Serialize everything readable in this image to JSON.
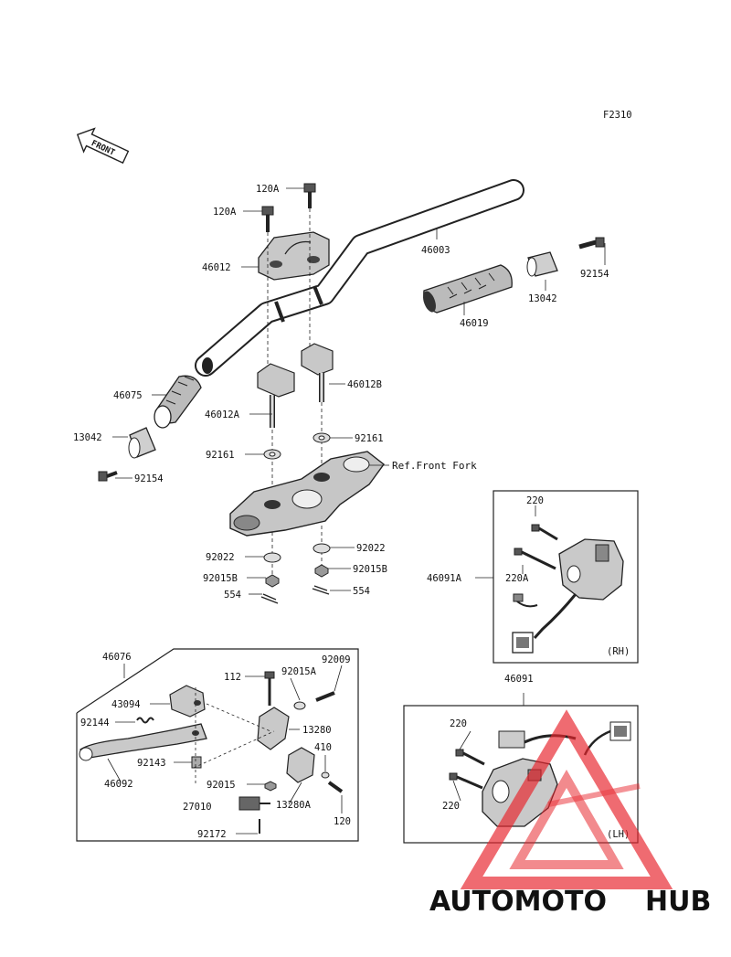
{
  "diagram": {
    "code": "F2310",
    "front_arrow_text": "FRONT",
    "box_rh_tag": "(RH)",
    "box_lh_tag": "(LH)",
    "labels": {
      "p120a_top": "120A",
      "p120a_left": "120A",
      "p46003": "46003",
      "p46012": "46012",
      "p92154_r": "92154",
      "p13042_r": "13042",
      "p46019": "46019",
      "p46075": "46075",
      "p46012b": "46012B",
      "p46012a": "46012A",
      "p13042_l": "13042",
      "p92161_r": "92161",
      "p92161_l": "92161",
      "ref_front_fork": "Ref.Front Fork",
      "p92154_l": "92154",
      "p92022_l": "92022",
      "p92022_r": "92022",
      "p92015b_l": "92015B",
      "p92015b_r": "92015B",
      "p554_l": "554",
      "p554_r": "554",
      "p220_rh": "220",
      "p46091a": "46091A",
      "p220a_rh": "220A",
      "p46076": "46076",
      "p92009": "92009",
      "p112": "112",
      "p92015a": "92015A",
      "p43094": "43094",
      "p13280": "13280",
      "p92144": "92144",
      "p410": "410",
      "p92143": "92143",
      "p46092": "46092",
      "p92015": "92015",
      "p13280a": "13280A",
      "p27010": "27010",
      "p120": "120",
      "p92172": "92172",
      "p46091": "46091",
      "p220_lh_top": "220",
      "p220_lh_bot": "220"
    }
  },
  "watermark": {
    "part1": "AUTOMOTO",
    "part2": "HUB",
    "color1": "#f5a623",
    "color2": "#444444",
    "logo_color": "#e8262d"
  }
}
